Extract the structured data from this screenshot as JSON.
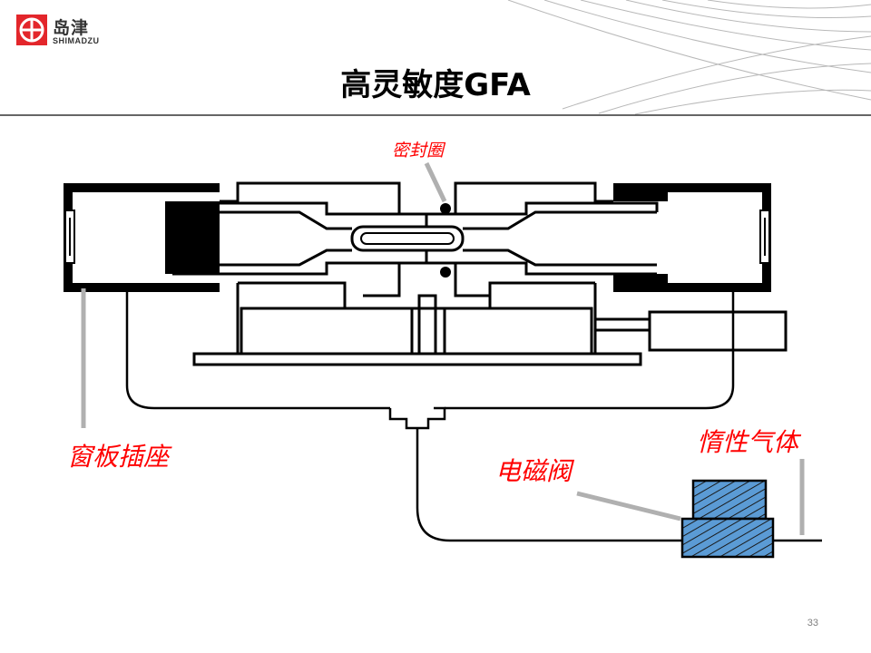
{
  "brand": {
    "name_cn": "岛津",
    "name_en": "SHIMADZU",
    "logo_color": "#e3262b"
  },
  "title": "高灵敏度GFA",
  "labels": {
    "seal_ring": "密封圈",
    "window_socket": "窗板插座",
    "solenoid_valve": "电磁阀",
    "inert_gas": "惰性气体"
  },
  "label_color": "#ff0000",
  "valve_fill_color": "#5b9bd5",
  "page_number": "33"
}
